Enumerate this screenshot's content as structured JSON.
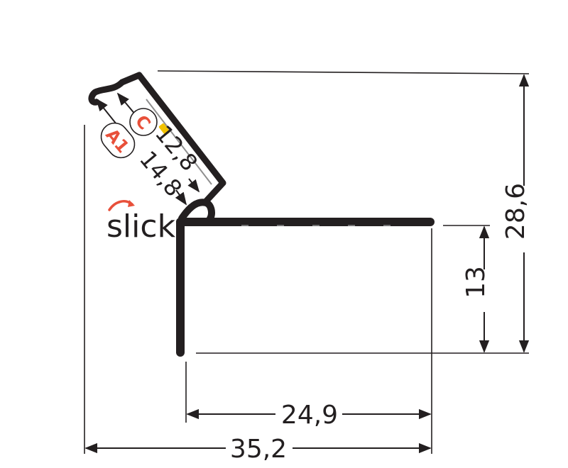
{
  "colors": {
    "profile": "#231f20",
    "accent": "#e8503a",
    "led": "#f2c200",
    "grey": "#8f8f8f"
  },
  "dimensions": {
    "overall_width": "35,2",
    "inner_width": "24,9",
    "overall_height": "28,6",
    "wall_height": "13",
    "diffuser_a1": "14,8",
    "diffuser_c": "12,8"
  },
  "labels": {
    "a1": "A1",
    "c": "C"
  },
  "logo": {
    "text": "slick"
  }
}
